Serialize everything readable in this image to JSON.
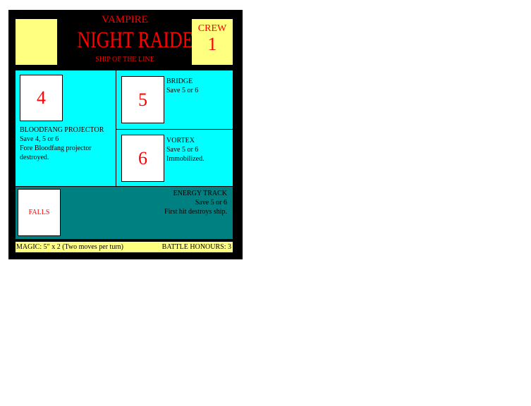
{
  "header": {
    "faction": "VAMPIRE",
    "ship_name": "NIGHT RAIDER",
    "ship_class": "SHIP OF THE LINE",
    "crew_label": "CREW",
    "crew_value": "1"
  },
  "locations": [
    {
      "number": "4",
      "name": "BLOODFANG PROJECTOR",
      "save": "Save 4, 5 or 6",
      "effect": "Fore Bloodfang projector destroyed."
    },
    {
      "number": "5",
      "name": "BRIDGE",
      "save": "Save 5 or 6"
    },
    {
      "number": "6",
      "name": "VORTEX",
      "save": "Save 5 or 6",
      "effect": "Immobilized."
    }
  ],
  "energy": {
    "box_label": "FALLS",
    "name": "ENERGY TRACK",
    "save": "Save 5 or 6",
    "effect": "First hit destroys ship."
  },
  "footer": {
    "magic": "MAGIC: 5\" x 2 (Two moves per turn)",
    "honours": "BATTLE HONOURS: 3"
  },
  "colors": {
    "cyan": "#00ffff",
    "teal": "#008080",
    "yellow": "#ffff80",
    "red": "#ff0000"
  }
}
